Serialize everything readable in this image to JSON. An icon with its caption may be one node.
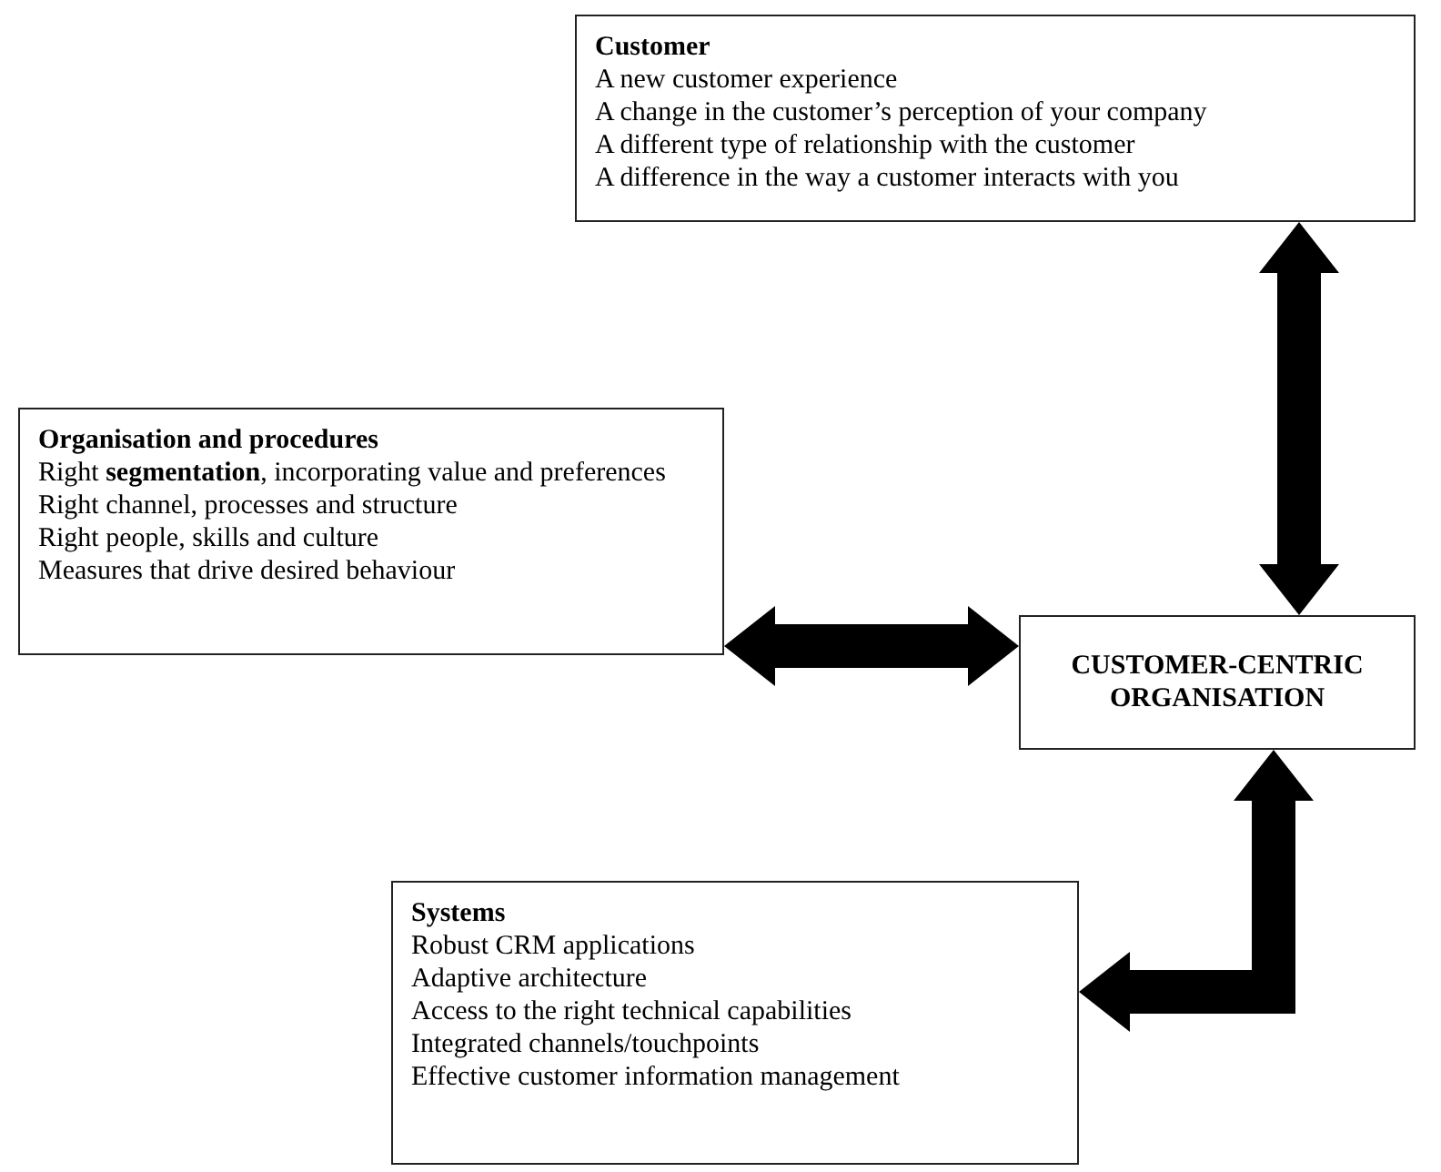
{
  "diagram": {
    "nodes": [
      {
        "text": [
          "Customer",
          "A new customer experience",
          "A change in the customer’s perception of your company",
          "A different type of relationship with the customer",
          "A difference in the way a customer interacts with you"
        ]
      },
      {
        "text": [
          "Organisation and procedures",
          "Right **segmentation**, incorporating value and preferences",
          "Right channel, processes and structure",
          "Right people, skills and culture",
          "Measures that drive desired behaviour"
        ]
      },
      {
        "text": [
          "CUSTOMER-CENTRIC ORGANISATION"
        ]
      },
      {
        "text": [
          "Systems",
          "Robust CRM applications",
          "Adaptive architecture",
          "Access to the right technical capabilities",
          "Integrated channels/touchpoints",
          "Effective customer information management"
        ]
      }
    ],
    "edges": [
      {
        "from": 0,
        "to": 2,
        "arrow": "both"
      },
      {
        "from": 1,
        "to": 2,
        "arrow": "both"
      },
      {
        "from": 3,
        "to": 2,
        "arrow": "both"
      }
    ]
  }
}
